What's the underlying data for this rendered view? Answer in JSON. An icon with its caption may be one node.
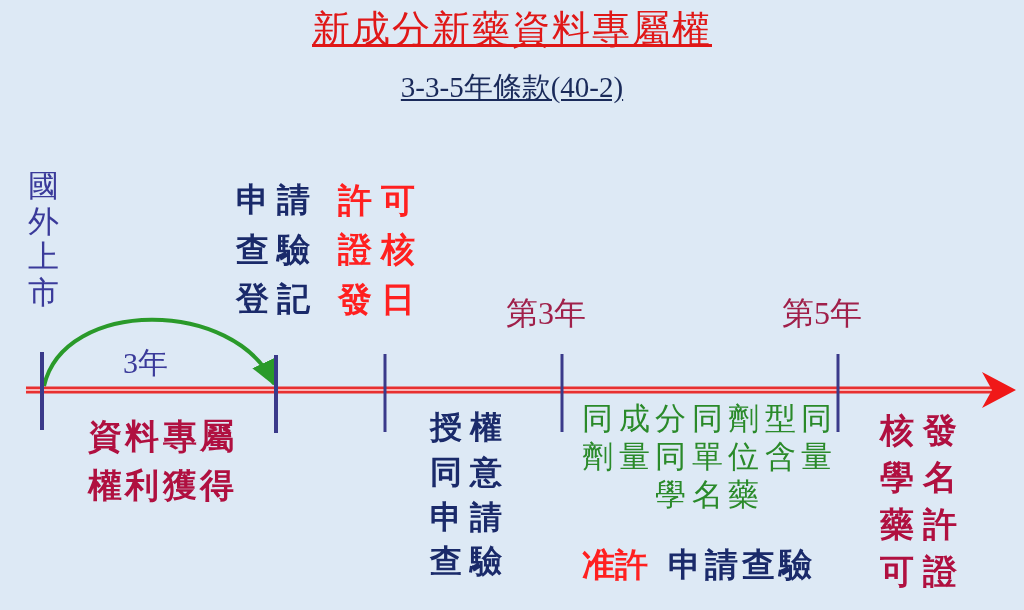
{
  "diagram": {
    "title": "新成分新藥資料專屬權",
    "nodes": [
      {
        "text": [],
        "shape": "bar"
      },
      {
        "text": [],
        "shape": "bar"
      }
    ],
    "edges": [
      {
        "from": 0,
        "to": 1,
        "arrow": "to",
        "label": "3年",
        "color": "#2a9a2a"
      }
    ],
    "labels": [
      "3-3-5年條款(40-2)",
      "國外上市",
      "申請查驗登記",
      "許可證核發日",
      "第3年",
      "第5年",
      "資料專屬權利獲得",
      "授權同意申請查驗",
      "同成分同劑型同劑量同單位含量學名藥",
      "准許",
      "申請查驗",
      "核發學名藥許可證"
    ]
  }
}
